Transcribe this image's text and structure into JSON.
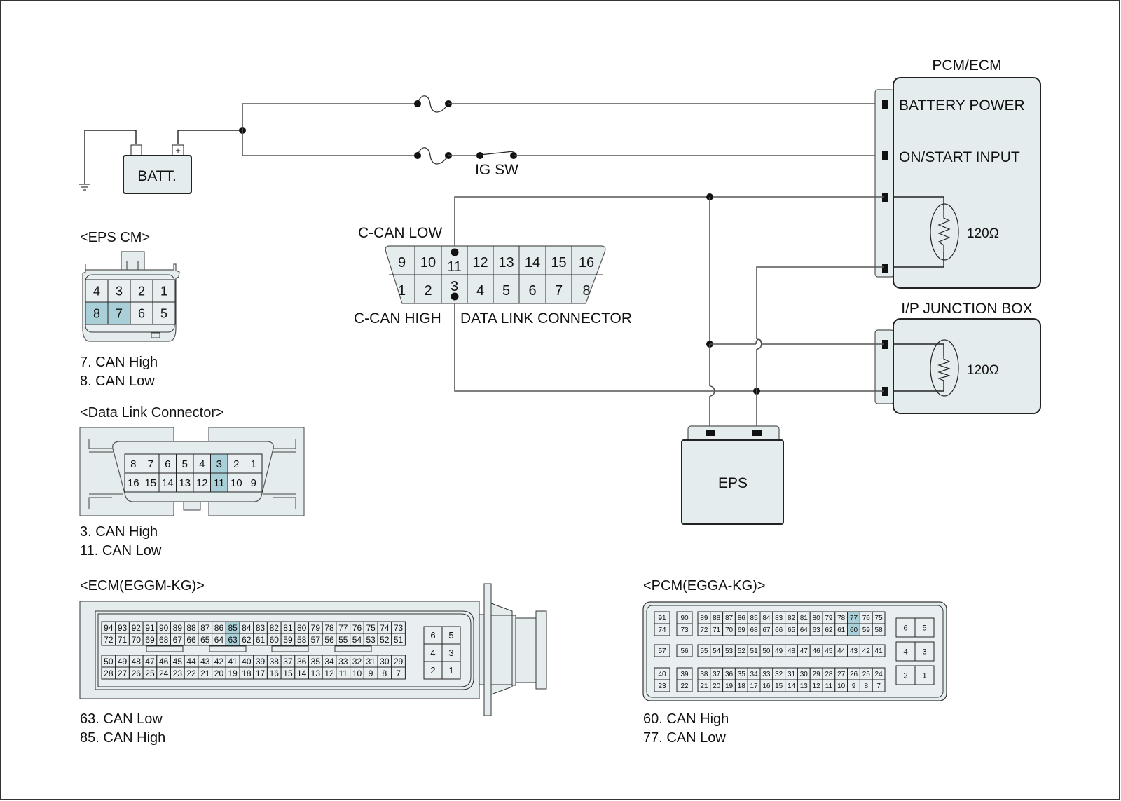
{
  "battery": {
    "label": "BATT.",
    "neg": "-",
    "pos": "+"
  },
  "switch": {
    "label": "IG SW"
  },
  "pcm_ecm": {
    "title": "PCM/ECM",
    "battery_power": "BATTERY POWER",
    "on_start": "ON/START INPUT",
    "resistor": "120Ω"
  },
  "junction": {
    "title": "I/P JUNCTION BOX",
    "resistor": "120Ω"
  },
  "eps": {
    "label": "EPS"
  },
  "dlc_schematic": {
    "can_low": "C-CAN LOW",
    "can_high": "C-CAN HIGH",
    "title": "DATA LINK CONNECTOR",
    "top_row": [
      "9",
      "10",
      "11",
      "12",
      "13",
      "14",
      "15",
      "16"
    ],
    "bottom_row": [
      "1",
      "2",
      "3",
      "4",
      "5",
      "6",
      "7",
      "8"
    ]
  },
  "eps_cm": {
    "title": "<EPS CM>",
    "top_row": [
      "4",
      "3",
      "2",
      "1"
    ],
    "bottom_row": [
      "8",
      "7",
      "6",
      "5"
    ],
    "highlight": [
      "8",
      "7"
    ],
    "notes": [
      "7. CAN High",
      "8. CAN Low"
    ]
  },
  "dlc_view": {
    "title": "<Data Link Connector>",
    "top_row": [
      "8",
      "7",
      "6",
      "5",
      "4",
      "3",
      "2",
      "1"
    ],
    "bottom_row": [
      "16",
      "15",
      "14",
      "13",
      "12",
      "11",
      "10",
      "9"
    ],
    "highlight": [
      "3",
      "11"
    ],
    "notes": [
      "3. CAN High",
      "11. CAN Low"
    ]
  },
  "ecm": {
    "title": "<ECM(EGGM-KG)>",
    "rows": [
      [
        "94",
        "93",
        "92",
        "91",
        "90",
        "89",
        "88",
        "87",
        "86",
        "85",
        "84",
        "83",
        "82",
        "81",
        "80",
        "79",
        "78",
        "77",
        "76",
        "75",
        "74",
        "73"
      ],
      [
        "72",
        "71",
        "70",
        "69",
        "68",
        "67",
        "66",
        "65",
        "64",
        "63",
        "62",
        "61",
        "60",
        "59",
        "58",
        "57",
        "56",
        "55",
        "54",
        "53",
        "52",
        "51"
      ],
      [
        "50",
        "49",
        "48",
        "47",
        "46",
        "45",
        "44",
        "43",
        "42",
        "41",
        "40",
        "39",
        "38",
        "37",
        "36",
        "35",
        "34",
        "33",
        "32",
        "31",
        "30",
        "29"
      ],
      [
        "28",
        "27",
        "26",
        "25",
        "24",
        "23",
        "22",
        "21",
        "20",
        "19",
        "18",
        "17",
        "16",
        "15",
        "14",
        "13",
        "12",
        "11",
        "10",
        "9",
        "8",
        "7"
      ]
    ],
    "small_block": [
      [
        "6",
        "5"
      ],
      [
        "4",
        "3"
      ],
      [
        "2",
        "1"
      ]
    ],
    "highlight": [
      "85",
      "63"
    ],
    "notes": [
      "63. CAN Low",
      "85. CAN High"
    ]
  },
  "pcm": {
    "title": "<PCM(EGGA-KG)>",
    "singles": [
      [
        "91",
        "74"
      ],
      [
        "90",
        "73"
      ],
      [
        "57"
      ],
      [
        "56"
      ],
      [
        "40",
        "23"
      ],
      [
        "39",
        "22"
      ]
    ],
    "rows_a": [
      [
        "89",
        "88",
        "87",
        "86",
        "85",
        "84",
        "83",
        "82",
        "81",
        "80",
        "79",
        "78",
        "77",
        "76",
        "75"
      ],
      [
        "72",
        "71",
        "70",
        "69",
        "68",
        "67",
        "66",
        "65",
        "64",
        "63",
        "62",
        "61",
        "60",
        "59",
        "58"
      ]
    ],
    "row_b": [
      "55",
      "54",
      "53",
      "52",
      "51",
      "50",
      "49",
      "48",
      "47",
      "46",
      "45",
      "44",
      "43",
      "42",
      "41"
    ],
    "rows_c": [
      [
        "38",
        "37",
        "36",
        "35",
        "34",
        "33",
        "32",
        "31",
        "30",
        "29",
        "28",
        "27",
        "26",
        "25",
        "24"
      ],
      [
        "21",
        "20",
        "19",
        "18",
        "17",
        "16",
        "15",
        "14",
        "13",
        "12",
        "11",
        "10",
        "9",
        "8",
        "7"
      ]
    ],
    "small_block": [
      [
        "6",
        "5"
      ],
      [
        "4",
        "3"
      ],
      [
        "2",
        "1"
      ]
    ],
    "highlight": [
      "77",
      "60"
    ],
    "notes": [
      "60. CAN High",
      "77. CAN Low"
    ]
  }
}
